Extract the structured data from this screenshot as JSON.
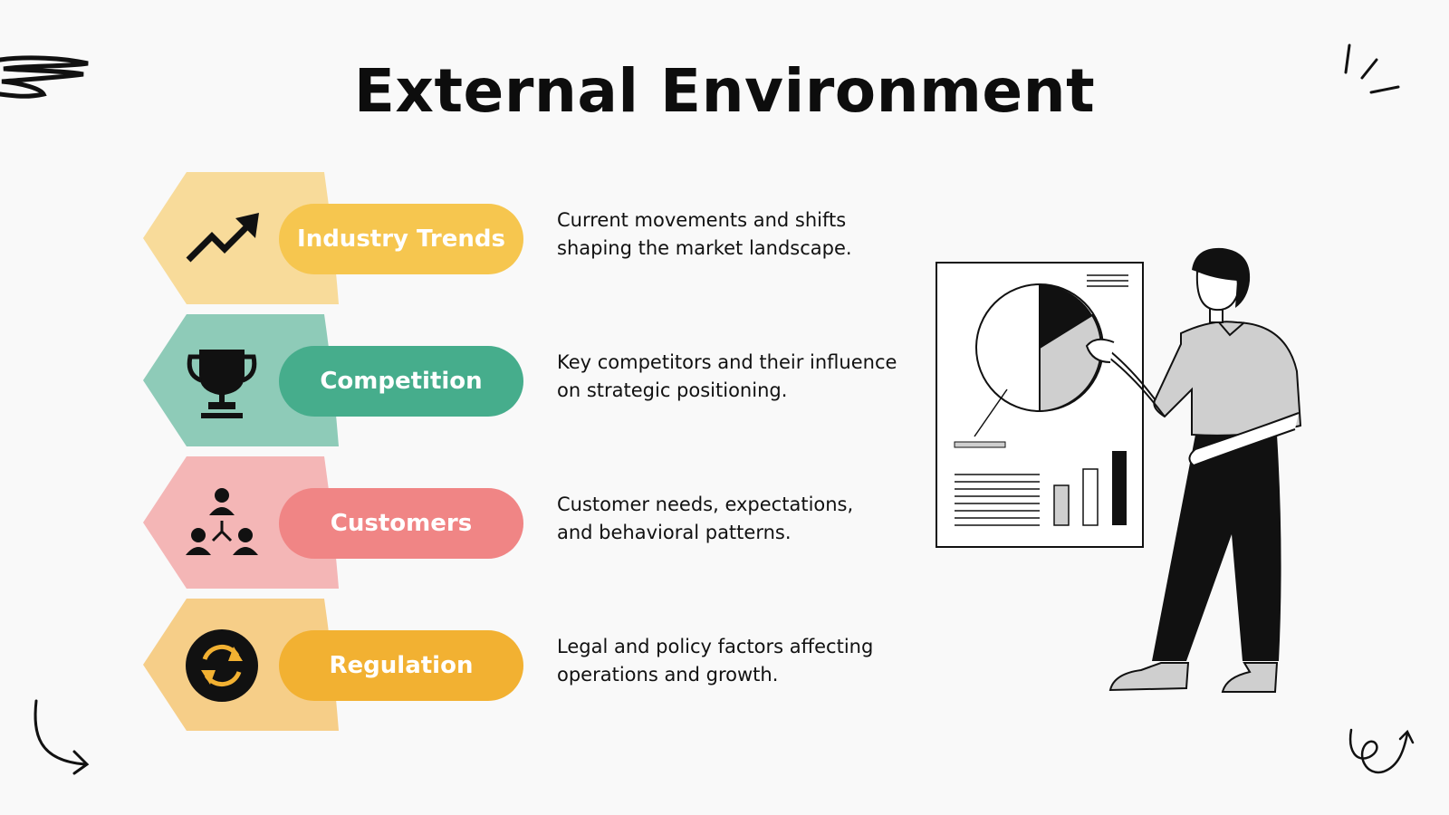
{
  "title": "External Environment",
  "colors": {
    "background": "#f9f9f9",
    "trends_light": "#f8db9a",
    "trends_dark": "#f6c64f",
    "competition_light": "#8ecbb8",
    "competition_dark": "#46ad8c",
    "customers_light": "#f4b6b6",
    "customers_dark": "#f08585",
    "regulation_light": "#f6ce88",
    "regulation_dark": "#f2b132"
  },
  "items": [
    {
      "label": "Industry Trends",
      "description_1": "Current movements and shifts",
      "description_2": "shaping the market landscape.",
      "icon": "trend-up-icon"
    },
    {
      "label": "Competition",
      "description_1": "Key competitors and their influence",
      "description_2": "on strategic positioning.",
      "icon": "trophy-icon"
    },
    {
      "label": "Customers",
      "description_1": "Customer needs, expectations,",
      "description_2": "and behavioral patterns.",
      "icon": "people-network-icon"
    },
    {
      "label": "Regulation",
      "description_1": "Legal and policy factors affecting",
      "description_2": "operations and growth.",
      "icon": "refresh-cycle-icon"
    }
  ]
}
